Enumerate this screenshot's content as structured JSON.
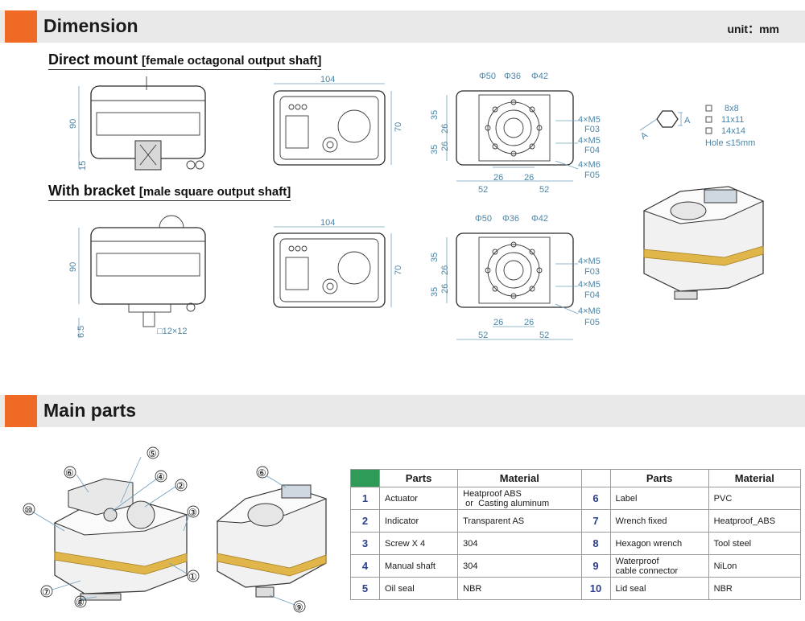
{
  "dimension": {
    "title": "Dimension",
    "unit": "unit：mm"
  },
  "direct_mount": {
    "title": "Direct mount",
    "subtitle": "[female octagonal output shaft]"
  },
  "with_bracket": {
    "title": "With bracket",
    "subtitle": "[male square output shaft]"
  },
  "dims": {
    "side_height": "90",
    "side_base": "15",
    "bracket_base": "6.5",
    "square_size": "□12×12",
    "top_width": "104",
    "top_depth": "70",
    "flange_diameters": [
      "Φ50",
      "Φ36",
      "Φ42"
    ],
    "vertical_offsets": [
      "35",
      "26",
      "26",
      "35"
    ],
    "horizontal_offsets": [
      "26",
      "26"
    ],
    "half_widths": [
      "52",
      "52"
    ],
    "bolt_specs": [
      {
        "bolts": "4×M5",
        "flange": "F03"
      },
      {
        "bolts": "4×M5",
        "flange": "F04"
      },
      {
        "bolts": "4×M6",
        "flange": "F05"
      }
    ],
    "hex_label": "A",
    "shaft_sizes": [
      "8x8",
      "11x11",
      "14x14"
    ],
    "hole_depth": "Hole ≤15mm"
  },
  "main_parts": {
    "title": "Main parts"
  },
  "callouts_left": [
    "⑥",
    "⑤",
    "④",
    "②",
    "③",
    "⑩",
    "①",
    "⑦",
    "⑧"
  ],
  "callouts_right": [
    "⑥",
    "⑨"
  ],
  "table": {
    "headers": [
      "Parts",
      "Material",
      "Parts",
      "Material"
    ],
    "rows": [
      {
        "n1": "1",
        "p1": "Actuator",
        "m1": "Heatproof ABS\nor Casting aluminum",
        "n2": "6",
        "p2": "Label",
        "m2": "PVC"
      },
      {
        "n1": "2",
        "p1": "Indicator",
        "m1": "Transparent AS",
        "n2": "7",
        "p2": "Wrench fixed",
        "m2": "Heatproof_ABS"
      },
      {
        "n1": "3",
        "p1": "Screw X 4",
        "m1": "304",
        "n2": "8",
        "p2": "Hexagon wrench",
        "m2": "Tool steel"
      },
      {
        "n1": "4",
        "p1": "Manual shaft",
        "m1": "304",
        "n2": "9",
        "p2": "Waterproof\ncable connector",
        "m2": "NiLon"
      },
      {
        "n1": "5",
        "p1": "Oil seal",
        "m1": "NBR",
        "n2": "10",
        "p2": "Lid seal",
        "m2": "NBR"
      }
    ]
  },
  "colors": {
    "accent": "#ef6a24",
    "banner": "#e9e9e9",
    "dimension": "#4a86a8",
    "table_header": "#2e9b58",
    "number": "#2b3f8c",
    "band": "#e0b64a"
  }
}
